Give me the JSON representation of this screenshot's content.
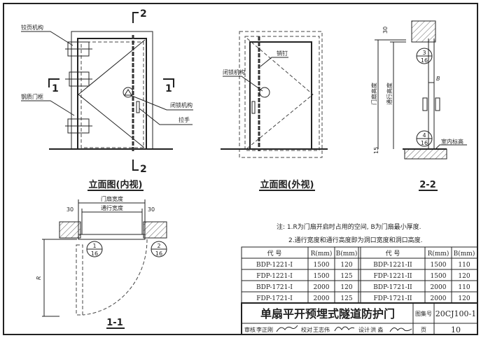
{
  "drawing": {
    "elevation_inner": {
      "title": "立面图(内视)",
      "labels": {
        "hinge": "铰页机构",
        "frame": "钢质门框",
        "lock": "闭锁机构",
        "handle": "拉手"
      },
      "section_marks": {
        "top": "2",
        "bottom": "2",
        "left": "1",
        "right": "1"
      }
    },
    "elevation_outer": {
      "title": "立面图(外视)",
      "labels": {
        "pin": "销钉",
        "lock": "闭锁机构"
      }
    },
    "section_2_2": {
      "title": "2-2",
      "dims": {
        "door_height": "门扇高度",
        "pass_height": "通行高度",
        "top_offset": "30",
        "bottom_offset": "15",
        "b": "B"
      },
      "details": [
        {
          "num": "3",
          "sheet": "16"
        },
        {
          "num": "4",
          "sheet": "16"
        }
      ],
      "floor_label": "室内标高"
    },
    "section_1_1": {
      "title": "1-1",
      "dims": {
        "door_width": "门扇宽度",
        "pass_width": "通行宽度",
        "left_offset": "30",
        "right_offset": "30",
        "r": "R"
      },
      "details": [
        {
          "num": "1",
          "sheet": "16"
        },
        {
          "num": "2",
          "sheet": "16"
        }
      ]
    }
  },
  "notes": [
    "注: 1.R为门扇开启时占用的空间, B为门扇最小厚度.",
    "2.通行宽度和通行高度即为洞口宽度和洞口高度."
  ],
  "table": {
    "headers": [
      "代 号",
      "R(mm)",
      "B(mm)",
      "代 号",
      "R(mm)",
      "B(mm)"
    ],
    "rows": [
      [
        "BDP-1221-I",
        "1500",
        "120",
        "BDP-1221-II",
        "1500",
        "110"
      ],
      [
        "FDP-1221-I",
        "1500",
        "125",
        "FDP-1221-II",
        "1500",
        "120"
      ],
      [
        "BDP-1721-I",
        "2000",
        "120",
        "BDP-1721-II",
        "2000",
        "110"
      ],
      [
        "FDP-1721-I",
        "2000",
        "125",
        "FDP-1721-II",
        "2000",
        "120"
      ]
    ]
  },
  "title_block": {
    "title": "单扇平开预埋式隧道防护门",
    "atlas_label": "图集号",
    "atlas_no": "20CJ100-1",
    "review_label": "审核",
    "reviewer": "李正刚",
    "check_label": "校对",
    "checker": "王志伟",
    "design_label": "设计",
    "designer": "洪 淼",
    "page_label": "页",
    "page": "10"
  }
}
